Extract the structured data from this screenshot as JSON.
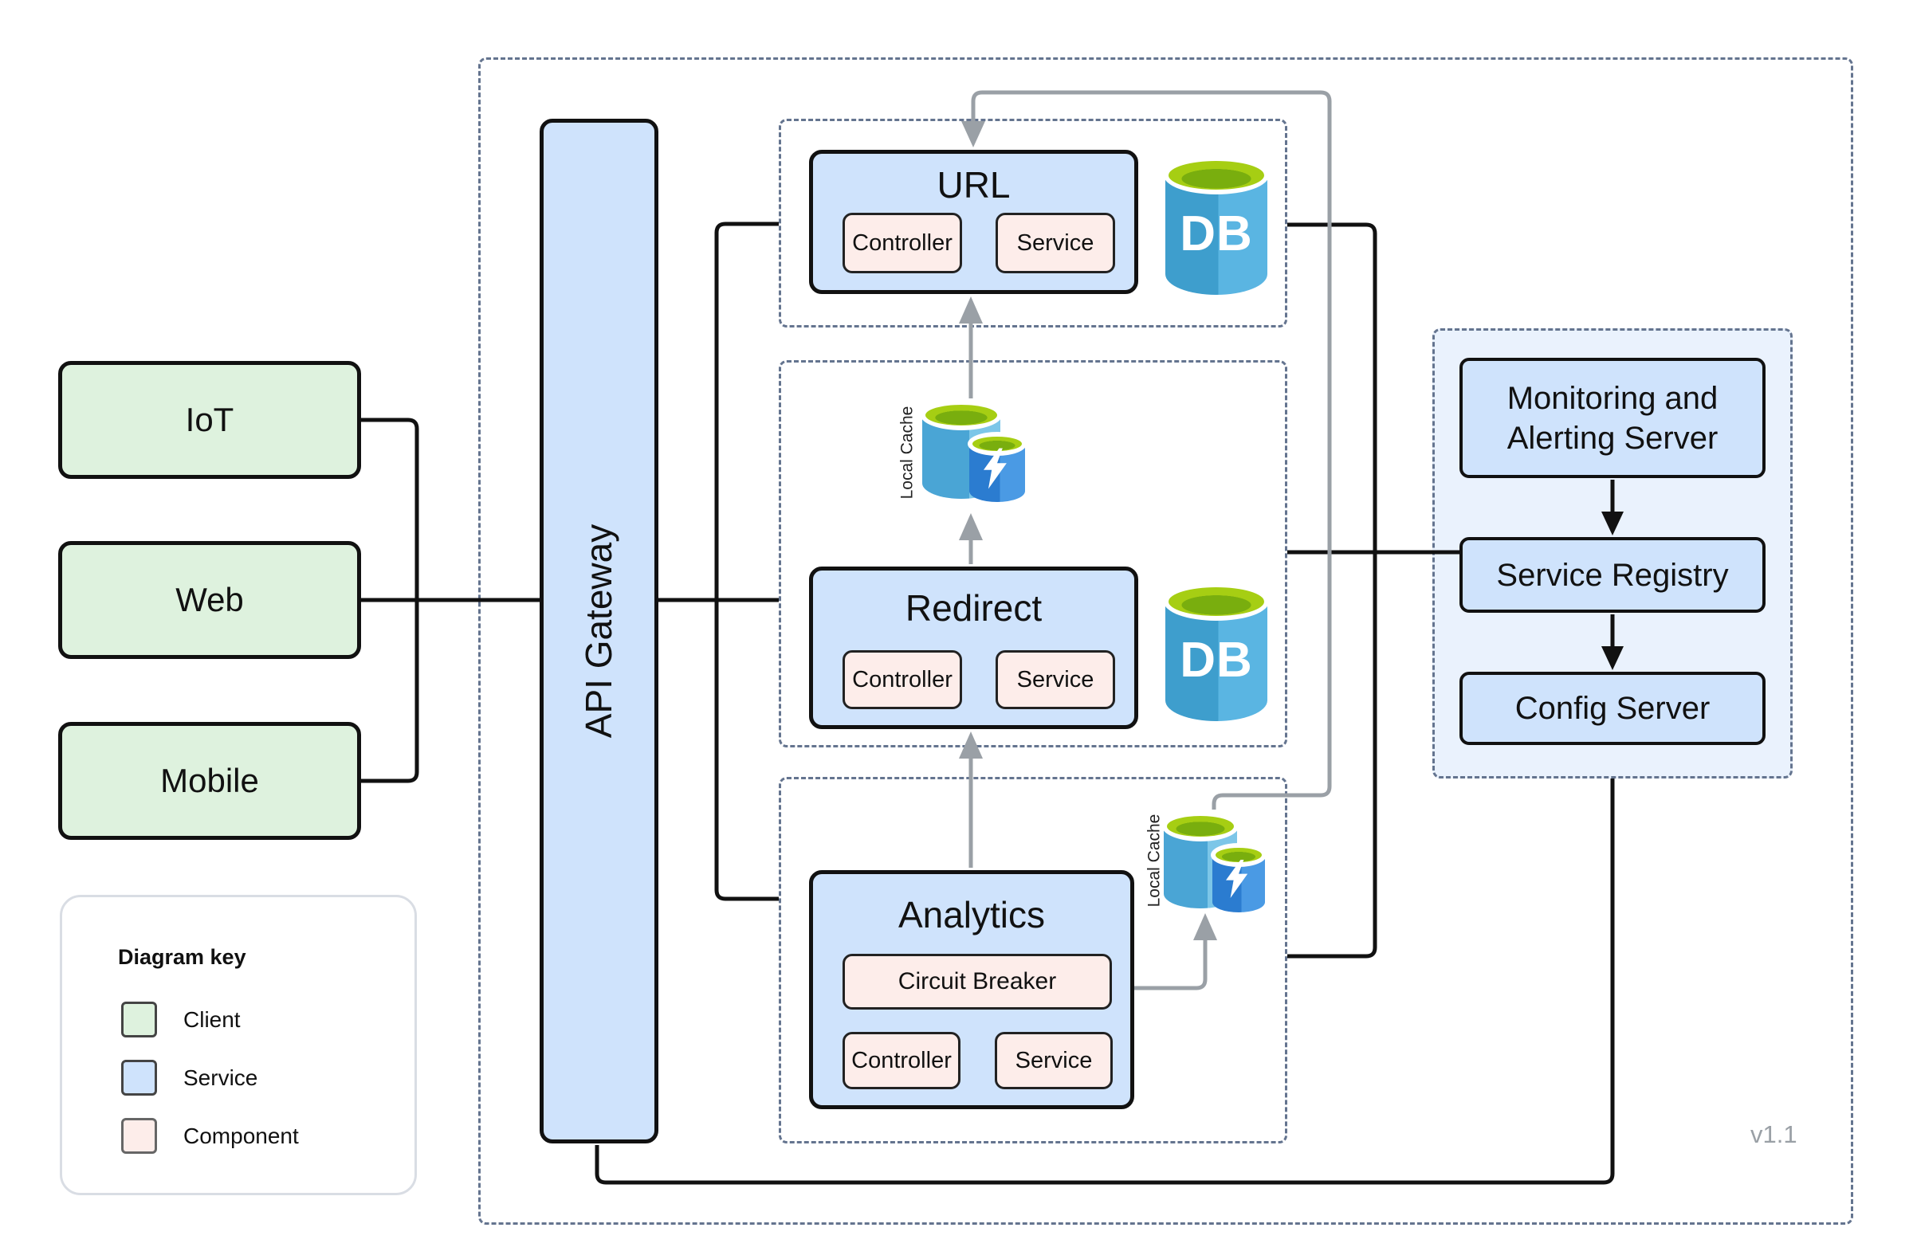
{
  "diagram": {
    "version_label": "v1.1",
    "clients": [
      {
        "label": "IoT"
      },
      {
        "label": "Web"
      },
      {
        "label": "Mobile"
      }
    ],
    "gateway": {
      "label": "API Gateway"
    },
    "db_label": "DB",
    "services": [
      {
        "name": "URL",
        "components": [
          "Controller",
          "Service"
        ]
      },
      {
        "name": "Redirect",
        "components": [
          "Controller",
          "Service"
        ],
        "cache_label": "Local Cache"
      },
      {
        "name": "Analytics",
        "components": [
          "Circuit Breaker",
          "Controller",
          "Service"
        ],
        "cache_label": "Local Cache"
      }
    ],
    "infrastructure": [
      {
        "label": "Monitoring and Alerting Server"
      },
      {
        "label": "Service Registry"
      },
      {
        "label": "Config Server"
      }
    ],
    "key": {
      "title": "Diagram key",
      "entries": [
        {
          "label": "Client",
          "color": "#def2de"
        },
        {
          "label": "Service",
          "color": "#cfe3fc"
        },
        {
          "label": "Component",
          "color": "#fdedea"
        }
      ]
    }
  },
  "colors": {
    "client-fill": "#def2de",
    "service-fill": "#cfe3fc",
    "component-fill": "#fdedea",
    "panel-fill": "#eaf2fd",
    "line-black": "#111111",
    "line-gray": "#9aa0a6",
    "dash-border": "#64748f",
    "db-blue-dark": "#3e9ecd",
    "db-blue-light": "#5ab5e2",
    "green-outer": "#a6ce13",
    "green-inner": "#79ae0e",
    "version-gray": "#9aa0a6"
  }
}
